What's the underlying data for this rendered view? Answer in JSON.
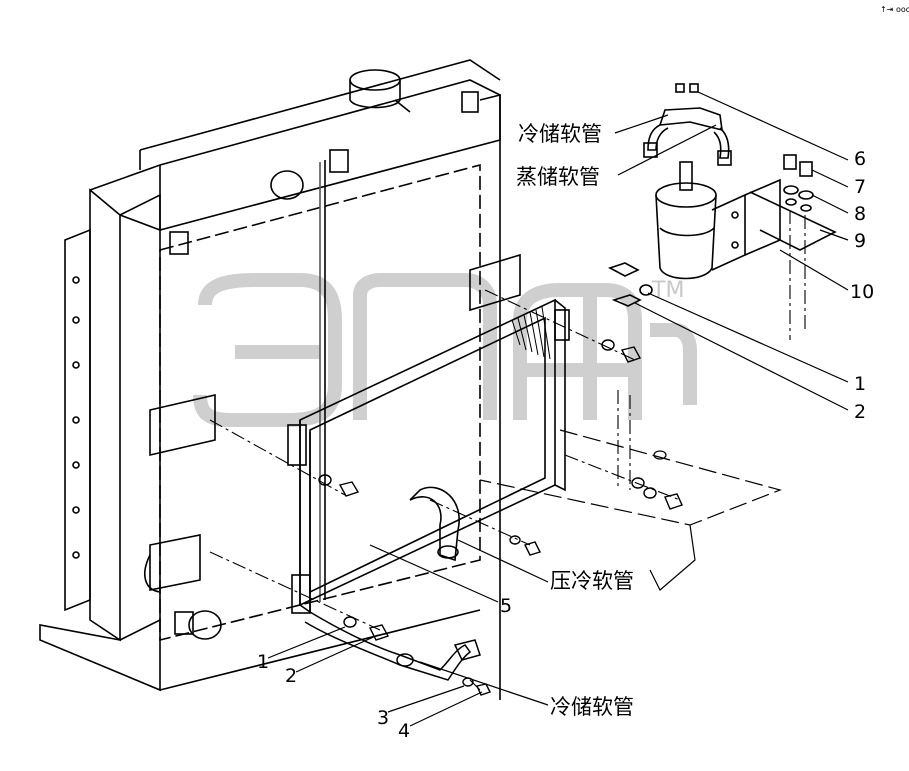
{
  "diagram": {
    "watermark_corner": "↑⇥ ooo",
    "trademark": "TM",
    "hose_labels": {
      "cold_storage_top": "冷储软管",
      "evaporator_storage": "蒸储软管",
      "compressor_cold": "压冷软管",
      "cold_storage_bottom": "冷储软管"
    },
    "callouts": {
      "n6": "6",
      "n7": "7",
      "n8": "8",
      "n9": "9",
      "n10": "10",
      "n1_right": "1",
      "n2_right": "2",
      "n5": "5",
      "n1_left": "1",
      "n2_left": "2",
      "n3": "3",
      "n4": "4"
    }
  }
}
